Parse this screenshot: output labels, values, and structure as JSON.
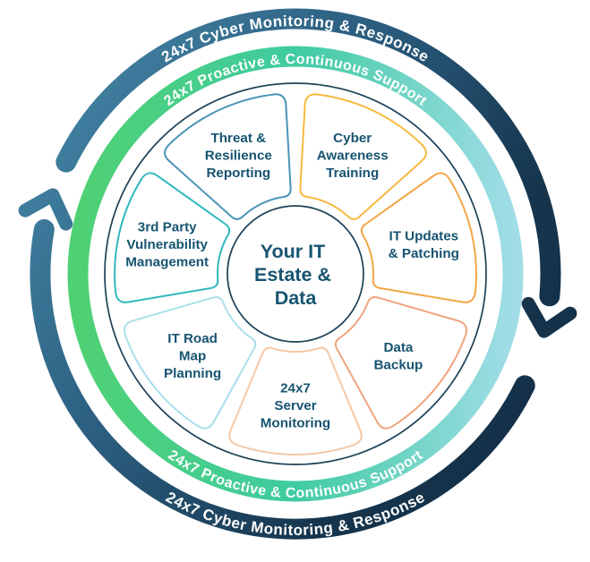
{
  "diagram": {
    "outer_ring": {
      "label_top": "24x7 Cyber Monitoring & Response",
      "label_bottom": "24x7 Cyber Monitoring & Response",
      "gradient": [
        "#4384A4",
        "#2A5B7D",
        "#16354D",
        "#132F47"
      ],
      "text_color": "#FFFFFF"
    },
    "inner_ring": {
      "label_top": "24x7 Proactive & Continuous Support",
      "label_bottom": "24x7 Proactive & Continuous Support",
      "gradient": [
        "#4FD173",
        "#3FCBA1",
        "#A0DDE7"
      ],
      "text_color": "#FFFFFF"
    },
    "wheel_outline_color": "#1E4157",
    "label_color": "#175470",
    "center": {
      "lines": [
        "Your IT",
        "Estate &",
        "Data"
      ],
      "text_color": "#175470",
      "outline_color": "#1E4157"
    },
    "segments": [
      {
        "lines": [
          "Threat &",
          "Resilience",
          "Reporting"
        ],
        "color": "#4C93B8",
        "bearing": -25.7
      },
      {
        "lines": [
          "Cyber",
          "Awareness",
          "Training"
        ],
        "color": "#F7BA40",
        "bearing": 25.7
      },
      {
        "lines": [
          "IT Updates",
          "& Patching"
        ],
        "color": "#F2A647",
        "bearing": 77.1
      },
      {
        "lines": [
          "Data",
          "Backup"
        ],
        "color": "#F0A47E",
        "bearing": 128.6
      },
      {
        "lines": [
          "24x7",
          "Server",
          "Monitoring"
        ],
        "color": "#F6C8A5",
        "bearing": 180
      },
      {
        "lines": [
          "IT Road",
          "Map",
          "Planning"
        ],
        "color": "#A9DFEA",
        "bearing": -128.6
      },
      {
        "lines": [
          "3rd Party",
          "Vulnerability",
          "Management"
        ],
        "color": "#30B9BD",
        "bearing": -77.1
      }
    ]
  }
}
